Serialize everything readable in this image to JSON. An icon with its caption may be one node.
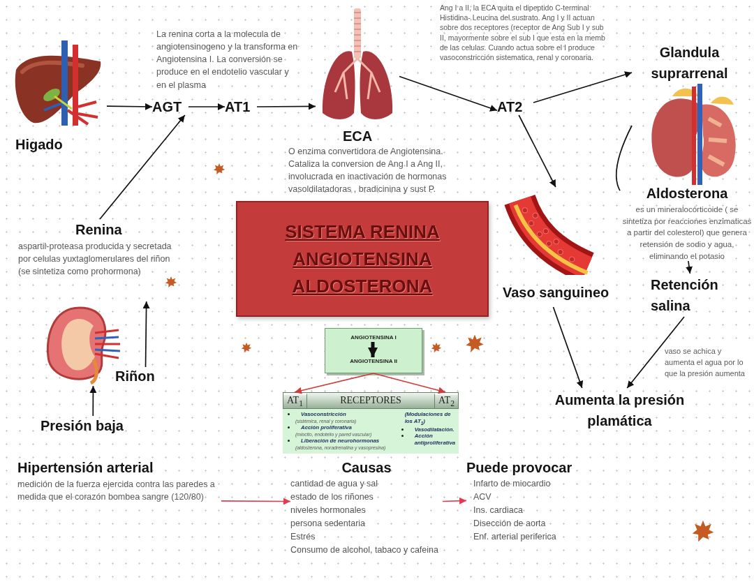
{
  "diagram": {
    "nodes": [
      {
        "text": [
          "Higado"
        ]
      },
      {
        "text": [
          "AGT"
        ]
      },
      {
        "text": [
          "AT1"
        ]
      },
      {
        "text": [
          "ECA"
        ],
        "beside": [
          "O enzima convertidora de Angiotensina. Cataliza la conversion de Ang I a Ang II, involucrada en inactivación de hormonas vasoldilatadoras , bradicinina y sust P."
        ]
      },
      {
        "text": [
          "AT2"
        ]
      },
      {
        "text": [
          "Glandula suprarrenal"
        ]
      },
      {
        "text": [
          "Aldosterona",
          "es un mineralocórticoide ( se sintetiza por reacciones enzimaticas a partir del colesterol) que genera retensión de sodio y agua, eliminando el potasio"
        ]
      },
      {
        "text": [
          "Vaso sanguineo"
        ]
      },
      {
        "text": [
          "Retención salina"
        ]
      },
      {
        "text": [
          "Aumenta la presión plamática"
        ]
      },
      {
        "text": [
          "Renina",
          "aspartil-proteasa producida y secretada por celulas yuxtaglomerulares del riñon (se sintetiza como prohormona)"
        ]
      },
      {
        "text": [],
        "shape": "picture"
      },
      {
        "text": [
          "Riñon"
        ]
      },
      {
        "text": [
          "Presión baja"
        ]
      },
      {
        "text": [
          "SISTEMA RENINA ANGIOTENSINA ALDOSTERONA"
        ]
      },
      {
        "text": [],
        "shape": "box"
      },
      {
        "text": [
          "ANGIOTENSINA I"
        ],
        "in": 15
      },
      {
        "text": [
          "ANGIOTENSINA II"
        ],
        "in": 15
      },
      {
        "text": [
          "RECEPTORES"
        ]
      },
      {
        "text": [
          "AT$_{1}$"
        ],
        "in": 18
      },
      {
        "text": [
          "AT$_{2}$"
        ],
        "in": 18
      },
      {
        "text": [
          "Hipertensión arterial",
          "medición de la fuerza ejercida contra las paredes a medida que el corazón bombea sangre (120/80)"
        ]
      },
      {
        "text": [
          "Causas",
          "cantidad de agua y sal",
          "estado de los riñones",
          "niveles hormonales",
          "persona sedentaria",
          "Estrés",
          "Consumo de alcohol, tabaco y cafeina"
        ]
      },
      {
        "text": [
          "Puede provocar",
          "Infarto de miocardio",
          "ACV",
          "Ins. cardiaca",
          "Disección de aorta",
          "Enf. arterial periferica"
        ]
      }
    ],
    "edges": [
      {
        "from": 0,
        "to": 1,
        "arrow": "to"
      },
      {
        "from": 1,
        "to": 2,
        "arrow": "to"
      },
      {
        "from": 2,
        "to": 3,
        "arrow": "to"
      },
      {
        "from": 3,
        "to": 4,
        "arrow": "to"
      },
      {
        "from": 4,
        "to": 5,
        "arrow": "to"
      },
      {
        "from": 4,
        "to": 7,
        "arrow": "to"
      },
      {
        "from": 5,
        "to": 6,
        "arrow": "none"
      },
      {
        "from": 6,
        "to": 8,
        "arrow": "to"
      },
      {
        "from": 8,
        "to": 9,
        "arrow": "to",
        "label": "vaso se achica y aumenta el agua por lo que la presión aumenta"
      },
      {
        "from": 7,
        "to": 9,
        "arrow": "to"
      },
      {
        "from": 10,
        "to": 1,
        "arrow": "to"
      },
      {
        "from": 12,
        "to": 10,
        "arrow": "to"
      },
      {
        "from": 13,
        "to": 11,
        "arrow": "to"
      },
      {
        "from": 16,
        "to": 17,
        "arrow": "to",
        "style": "thick"
      },
      {
        "from": 15,
        "to": 19,
        "arrow": "to",
        "color": "#d33a3a"
      },
      {
        "from": 15,
        "to": 20,
        "arrow": "to",
        "color": "#d33a3a"
      },
      {
        "from": 21,
        "to": 22,
        "arrow": "to",
        "color": "#e53950"
      },
      {
        "from": 22,
        "to": 23,
        "arrow": "to",
        "color": "#e53950"
      }
    ],
    "labels": [
      "La renina corta a la molecula de angiotensinogeno y la transforma en Angiotensina I. La conversión se produce en el endotelio vascular y en el plasma",
      "Ang I a II, la ECA quita el dipeptido C-terminal Histidina- Leucina del sustrato. Ang I y II actuan sobre dos receptores (receptor de Ang Sub I y sub II, mayormente sobre el sub I que esta en la memb de las celulas. Cuando actua sobre el I produce vasoconstricción sistematica, renal y coronaria.",
      "Vasoconstricción",
      "(sistémica, renal y coronaria)",
      "Acción proliferativa",
      "(miocito, endotelio y pared vascular)",
      "Liberación de neurohormonas",
      "(aldosterona, noradrenalina y vasopresina)",
      "(Modulaciones de los AT$_{1}$)",
      "Vasodilatación.",
      "Acción antiproliferativa"
    ]
  }
}
